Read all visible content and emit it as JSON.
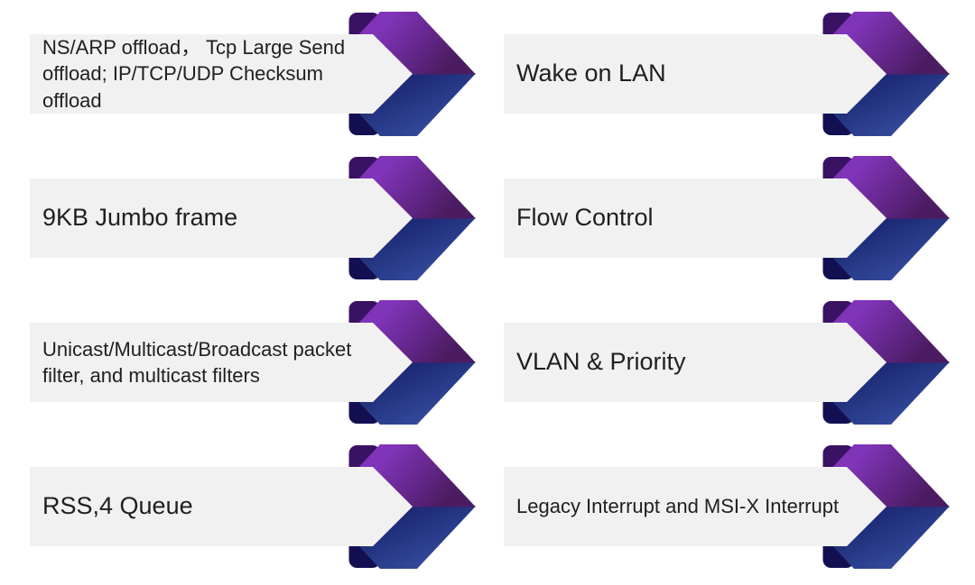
{
  "slide": {
    "background": "#ffffff",
    "arrow_icon": "chevron-ribbon-arrow",
    "items": [
      {
        "label": "NS/ARP offload， Tcp Large Send offload; IP/TCP/UDP Checksum offload"
      },
      {
        "label": "Wake on LAN"
      },
      {
        "label": "9KB Jumbo frame"
      },
      {
        "label": "Flow Control"
      },
      {
        "label": "Unicast/Multicast/Broadcast packet filter, and multicast filters"
      },
      {
        "label": "VLAN & Priority"
      },
      {
        "label": "RSS,4 Queue"
      },
      {
        "label": "Legacy Interrupt and MSI-X Interrupt"
      }
    ],
    "colors": {
      "bar_fill": "#f1f1f2",
      "text": "#1f1f1f",
      "fold_purple": "#3a1263",
      "fold_navy": "#131052",
      "band_purple_start": "#7930ac",
      "band_purple_mid": "#8134ba",
      "band_purple_tip": "#4b1c62",
      "band_blue_start": "#151160",
      "band_blue_mid": "#22337f",
      "band_blue_end": "#3d53a8"
    }
  }
}
